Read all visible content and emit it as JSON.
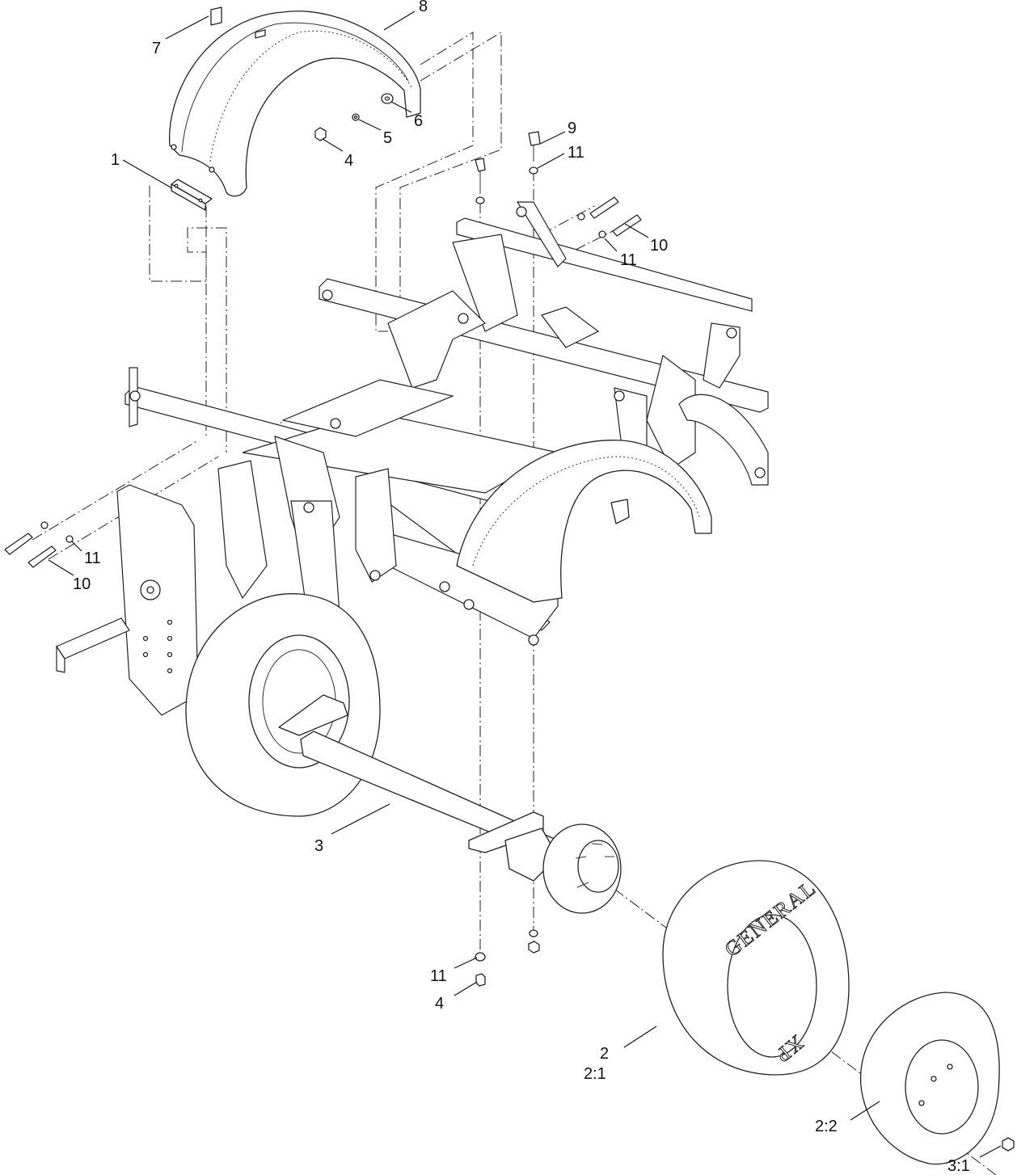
{
  "callouts": {
    "c1": "1",
    "c2": "2",
    "c2_1": "2:1",
    "c2_2": "2:2",
    "c3": "3",
    "c3_1": "3:1",
    "c4_top": "4",
    "c4_bottom": "4",
    "c5": "5",
    "c6": "6",
    "c7": "7",
    "c8": "8",
    "c9": "9",
    "c10_right": "10",
    "c10_left": "10",
    "c11_top": "11",
    "c11_right": "11",
    "c11_left": "11",
    "c11_bottom": "11"
  },
  "tire_lettering": {
    "brand": "GENERAL",
    "model": "XP"
  },
  "colors": {
    "line": "#222222",
    "background": "#ffffff"
  }
}
